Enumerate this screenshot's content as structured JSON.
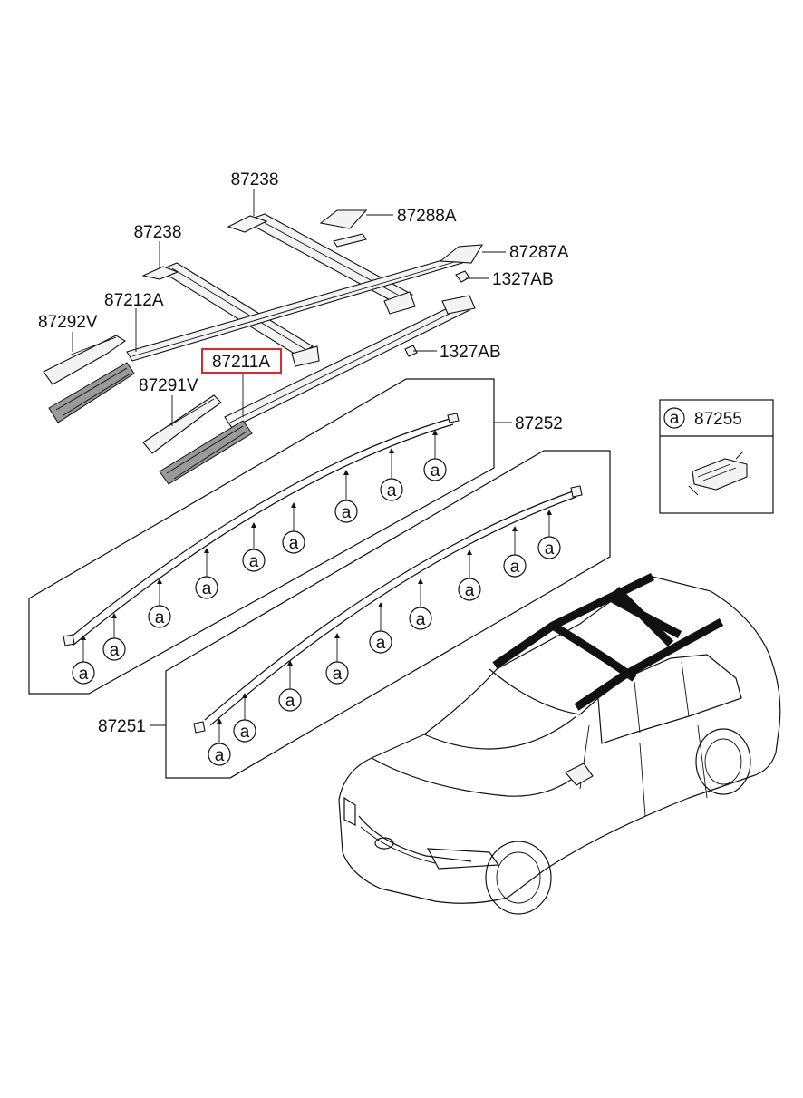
{
  "labels": {
    "p87238_top": "87238",
    "p87238_left": "87238",
    "p87288A": "87288A",
    "p87287A": "87287A",
    "p1327AB_top": "1327AB",
    "p1327AB_mid": "1327AB",
    "p87212A": "87212A",
    "p87292V": "87292V",
    "p87211A": "87211A",
    "p87291V": "87291V",
    "p87252": "87252",
    "p87251": "87251",
    "p87255": "87255"
  },
  "clip_symbol": "a",
  "colors": {
    "highlight": "#e0262b",
    "line": "#111111"
  }
}
